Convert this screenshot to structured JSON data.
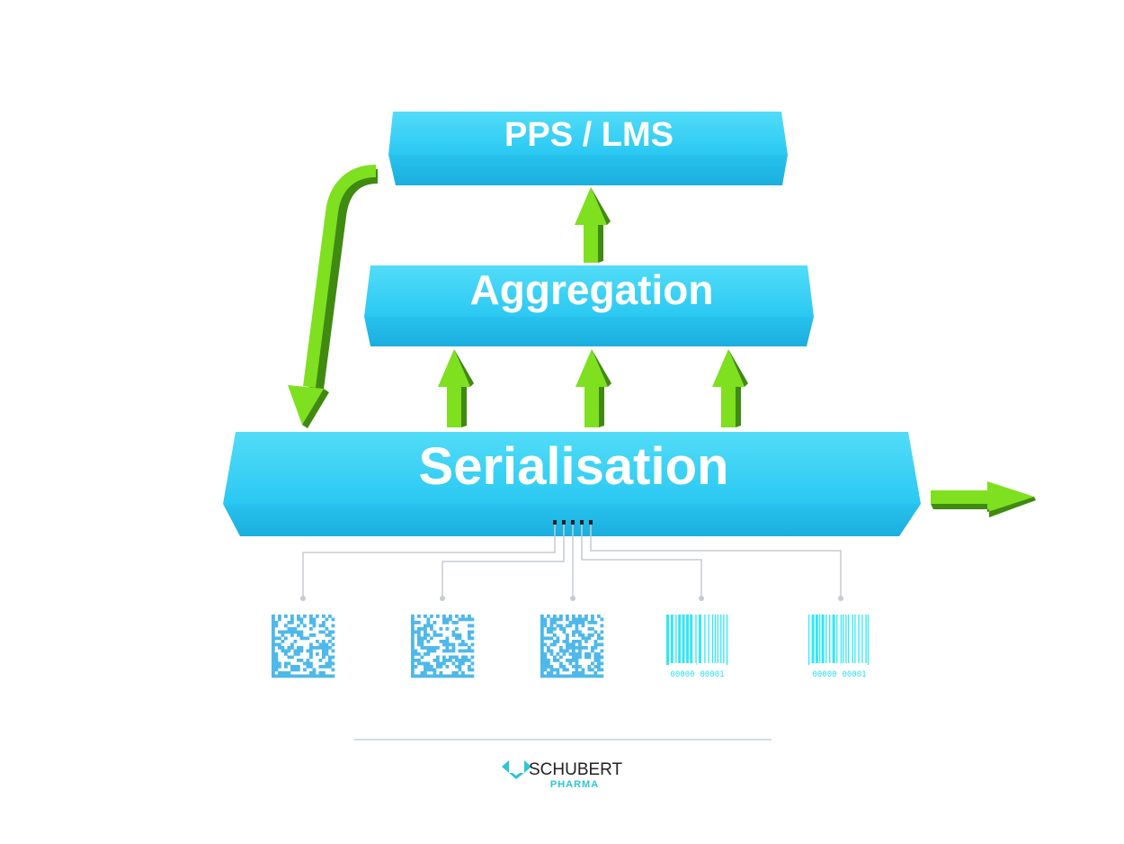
{
  "layers": {
    "top": "PPS / LMS",
    "middle": "Aggregation",
    "bottom": "Serialisation"
  },
  "codes": [
    {
      "type": "datamatrix"
    },
    {
      "type": "datamatrix"
    },
    {
      "type": "datamatrix"
    },
    {
      "type": "barcode",
      "left_digits": "00000",
      "right_digits": "00001"
    },
    {
      "type": "barcode",
      "left_digits": "00000",
      "right_digits": "00001"
    }
  ],
  "logo": {
    "name": "SCHUBERT",
    "sub": "PHARMA"
  },
  "colors": {
    "box": "#3fd3f5",
    "box_dark": "#1eb6e2",
    "arrow": "#7ee01f",
    "arrow_dark": "#3f8a10",
    "code": "#4fb8ea",
    "barcode": "#2fe8f5",
    "logo": "#2cc6d6"
  }
}
